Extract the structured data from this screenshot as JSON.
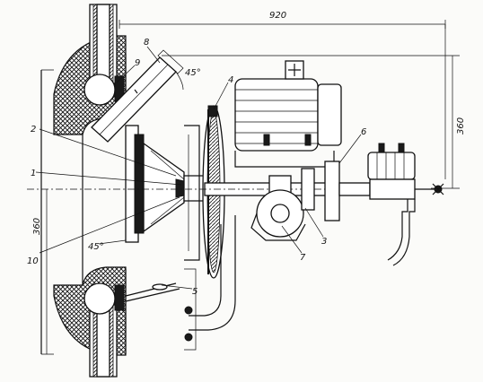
{
  "dimensions": {
    "top_width": "920",
    "right_height": "360",
    "left_height": "360"
  },
  "angles": {
    "upper": "45°",
    "lower": "45°"
  },
  "callouts": [
    "1",
    "2",
    "3",
    "4",
    "5",
    "6",
    "7",
    "8",
    "9",
    "10"
  ],
  "colors": {
    "ink": "#111111",
    "paper": "#fbfbf9",
    "hatch": "#1a1a1a"
  }
}
